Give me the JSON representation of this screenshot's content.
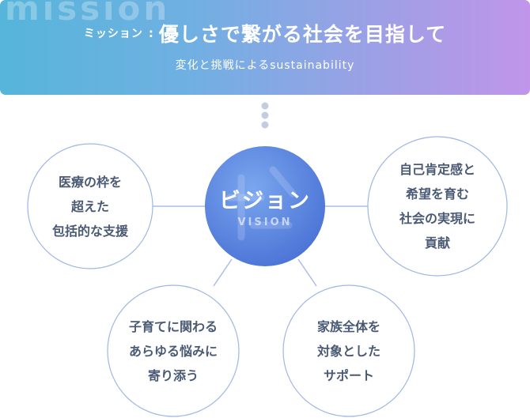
{
  "mission": {
    "watermark": "mission",
    "label": "ミッション",
    "colon": ":",
    "title": "優しさで繋がる社会を目指して",
    "subtitle": "変化と挑戦によるsustainability"
  },
  "vision": {
    "title": "ビジョン",
    "subtitle": "VISION"
  },
  "circles": {
    "top_left": [
      "医療の枠を",
      "超えた",
      "包括的な支援"
    ],
    "top_right": [
      "自己肯定感と",
      "希望を育む",
      "社会の実現に",
      "貢献"
    ],
    "bottom_left": [
      "子育てに関わる",
      "あらゆる悩みに",
      "寄り添う"
    ],
    "bottom_right": [
      "家族全体を",
      "対象とした",
      "サポート"
    ]
  },
  "colors": {
    "line": "#a9bde6",
    "dot": "#c4cde0",
    "circle_border": "#9fb6e4",
    "center_fill": "#5a84dc",
    "text": "#4a5a74"
  }
}
